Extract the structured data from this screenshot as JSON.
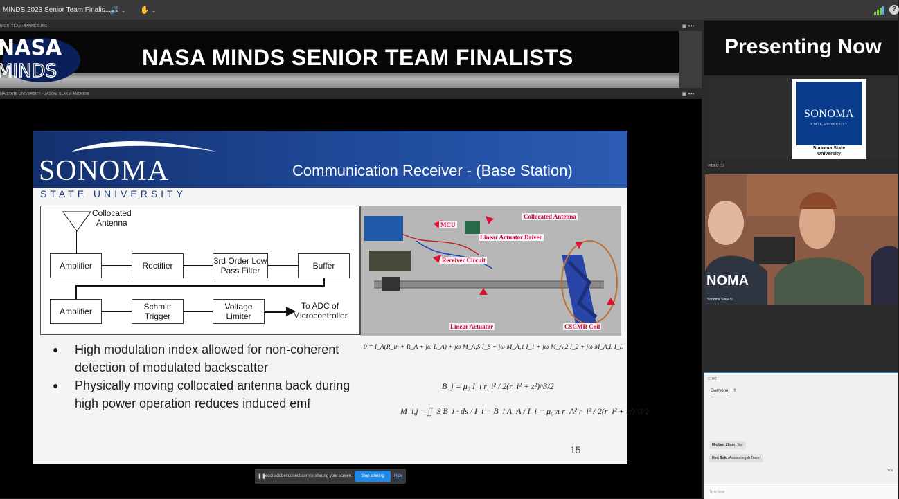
{
  "topbar": {
    "meeting_title": "MINDS 2023 Senior Team Finalis...",
    "chevron": "⌄",
    "audio_icon": "speaker-icon",
    "audio_chevron": "⌄",
    "hand_icon": "raise-hand-icon",
    "hand_chevron": "⌄",
    "help": "?"
  },
  "banner_pod": {
    "label": "NIOR+TEAM+BANNER.JPG",
    "tools": "▣ •••",
    "title": "NASA MINDS SENIOR TEAM FINALISTS",
    "logo_text_top": "NASA",
    "logo_text_bottom": "MINDS"
  },
  "share_pod": {
    "label": "MA STATE UNIVERSITY - JASON, BLAKE, ANDREW",
    "tools": "▣ •••"
  },
  "slide": {
    "brand": "SONOMA",
    "title": "Communication Receiver - (Base Station)",
    "subtitle": "STATE UNIVERSITY",
    "diagram": {
      "antenna_label_1": "Collocated",
      "antenna_label_2": "Antenna",
      "amp1": "Amplifier",
      "rectifier": "Rectifier",
      "filter_1": "3rd Order Low",
      "filter_2": "Pass Filter",
      "buffer": "Buffer",
      "amp2": "Amplifier",
      "schmitt_1": "Schmitt",
      "schmitt_2": "Trigger",
      "voltage_1": "Voltage",
      "voltage_2": "Limiter",
      "adc_1": "To ADC of",
      "adc_2": "Microcontroller"
    },
    "photo_labels": {
      "mcu": "MCU",
      "antenna": "Collocated Antenna",
      "driver": "Linear Actuator Driver",
      "receiver": "Receiver Circuit",
      "actuator": "Linear Actuator",
      "coil": "CSCMR Coil"
    },
    "bullets": [
      "High modulation index allowed for non-coherent detection of modulated backscatter",
      "Physically moving collocated antenna back during high power operation reduces induced emf"
    ],
    "eq1": "0 = I_A(R_in + R_A + jω L_A) + jω M_A,S I_S + jω M_A,1 I_1 + jω M_A,2 I_2 + jω M_A,L I_L",
    "eq2": "B_j = μ₀ I_i r_i² / 2(r_i² + z²)^3/2",
    "eq3": "M_i,j = ∫∫_S B_i · ds / I_i = B_i A_A / I_i = μ₀ π r_A² r_i² / 2(r_i² + z²)^3/2",
    "page_number": "15"
  },
  "share_notice": {
    "text": "secor.adobeconnect.com is sharing your screen.",
    "stop": "Stop sharing",
    "hide": "Hide"
  },
  "right": {
    "presenting": "Presenting Now",
    "logo_word": "SONOMA",
    "logo_sub": "STATE UNIVERSITY",
    "logo_caption_1": "Sonoma State",
    "logo_caption_2": "University",
    "video_label": "VIDEO (1)",
    "video_caption": "Sonoma State U...",
    "chat_title": "CHAT",
    "chat_tab": "Everyone",
    "chat_add": "+",
    "messages": [
      {
        "sender": "Michael Zitser:",
        "text": "Yes"
      },
      {
        "sender": "Heri Soto:",
        "text": "Awesome job Team!"
      }
    ],
    "chat_you": "You",
    "chat_placeholder": "Type here"
  }
}
